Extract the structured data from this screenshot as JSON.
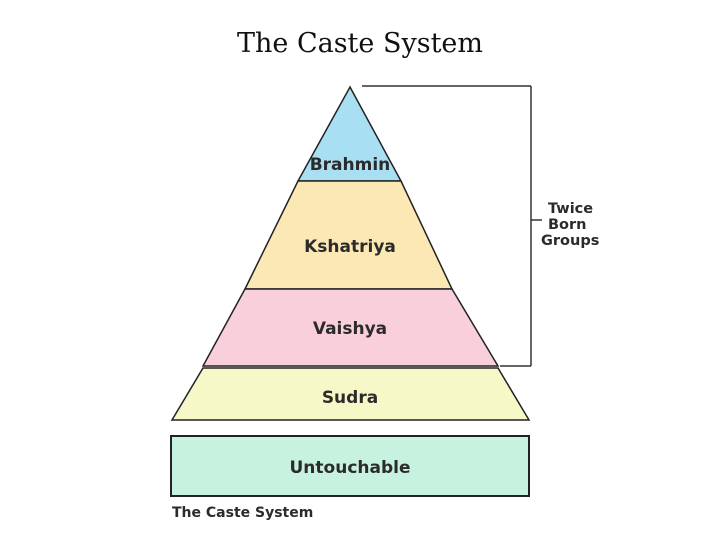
{
  "title": "The Caste System",
  "pyramid": {
    "tiers": [
      {
        "label": "Brahmin",
        "color": "#a8dff2"
      },
      {
        "label": "Kshatriya",
        "color": "#fbe8b4"
      },
      {
        "label": "Vaishya",
        "color": "#f9cfdc"
      },
      {
        "label": "Sudra",
        "color": "#f6f8c8"
      }
    ],
    "base": {
      "label": "Untouchable",
      "color": "#c8f2e0"
    }
  },
  "bracket": {
    "lines": [
      "Twice",
      "Born",
      "Groups"
    ]
  },
  "caption": "The Caste System"
}
